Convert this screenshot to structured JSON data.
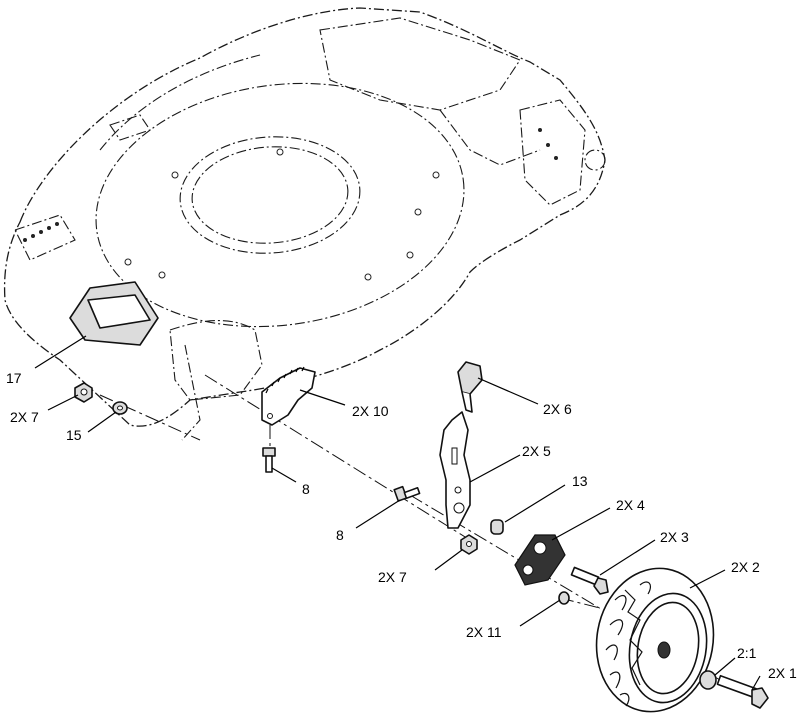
{
  "callouts": [
    {
      "id": "c17",
      "label": "17"
    },
    {
      "id": "c2x7a",
      "label": "2X 7"
    },
    {
      "id": "c15",
      "label": "15"
    },
    {
      "id": "c2x10",
      "label": "2X 10"
    },
    {
      "id": "c8a",
      "label": "8"
    },
    {
      "id": "c2x6",
      "label": "2X 6"
    },
    {
      "id": "c2x5",
      "label": "2X 5"
    },
    {
      "id": "c13",
      "label": "13"
    },
    {
      "id": "c8b",
      "label": "8"
    },
    {
      "id": "c2x4",
      "label": "2X 4"
    },
    {
      "id": "c2x3",
      "label": "2X 3"
    },
    {
      "id": "c2x7b",
      "label": "2X 7"
    },
    {
      "id": "c2x2",
      "label": "2X 2"
    },
    {
      "id": "c2x11",
      "label": "2X 11"
    },
    {
      "id": "c21",
      "label": "2:1"
    },
    {
      "id": "c2x1",
      "label": "2X 1"
    }
  ]
}
